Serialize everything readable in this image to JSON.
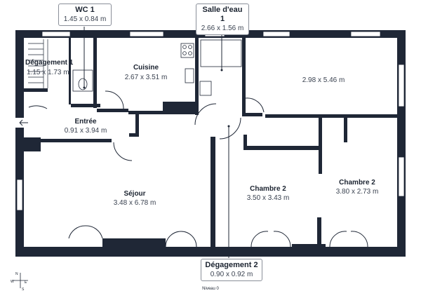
{
  "rooms": {
    "degagement1": {
      "name": "Dégagement 1",
      "dim": "1.15 x 1.73 m"
    },
    "cuisine": {
      "name": "Cuisine",
      "dim": "2.67 x 3.51 m"
    },
    "entree": {
      "name": "Entrée",
      "dim": "0.91 x 3.94 m"
    },
    "room_unnamed": {
      "dim": "2.98 x 5.46 m"
    },
    "sejour": {
      "name": "Séjour",
      "dim": "3.48 x 6.78 m"
    },
    "chambre2a": {
      "name": "Chambre 2",
      "dim": "3.50 x 3.43 m"
    },
    "chambre2b": {
      "name": "Chambre 2",
      "dim": "3.80 x 2.73 m"
    }
  },
  "callouts": {
    "wc1": {
      "name": "WC 1",
      "dim": "1.45 x 0.84 m"
    },
    "salle_eau1": {
      "name": "Salle d'eau 1",
      "dim": "2.66 x 1.56 m"
    },
    "degagement2": {
      "name": "Dégagement 2",
      "dim": "0.90 x 0.92 m"
    }
  },
  "level_label": "Niveau 0",
  "compass": {
    "n": "N",
    "s": "S",
    "e": "E",
    "w": "W"
  },
  "colors": {
    "wall": "#1f2736",
    "text": "#1b2330",
    "callout_border": "#8a8f99"
  }
}
